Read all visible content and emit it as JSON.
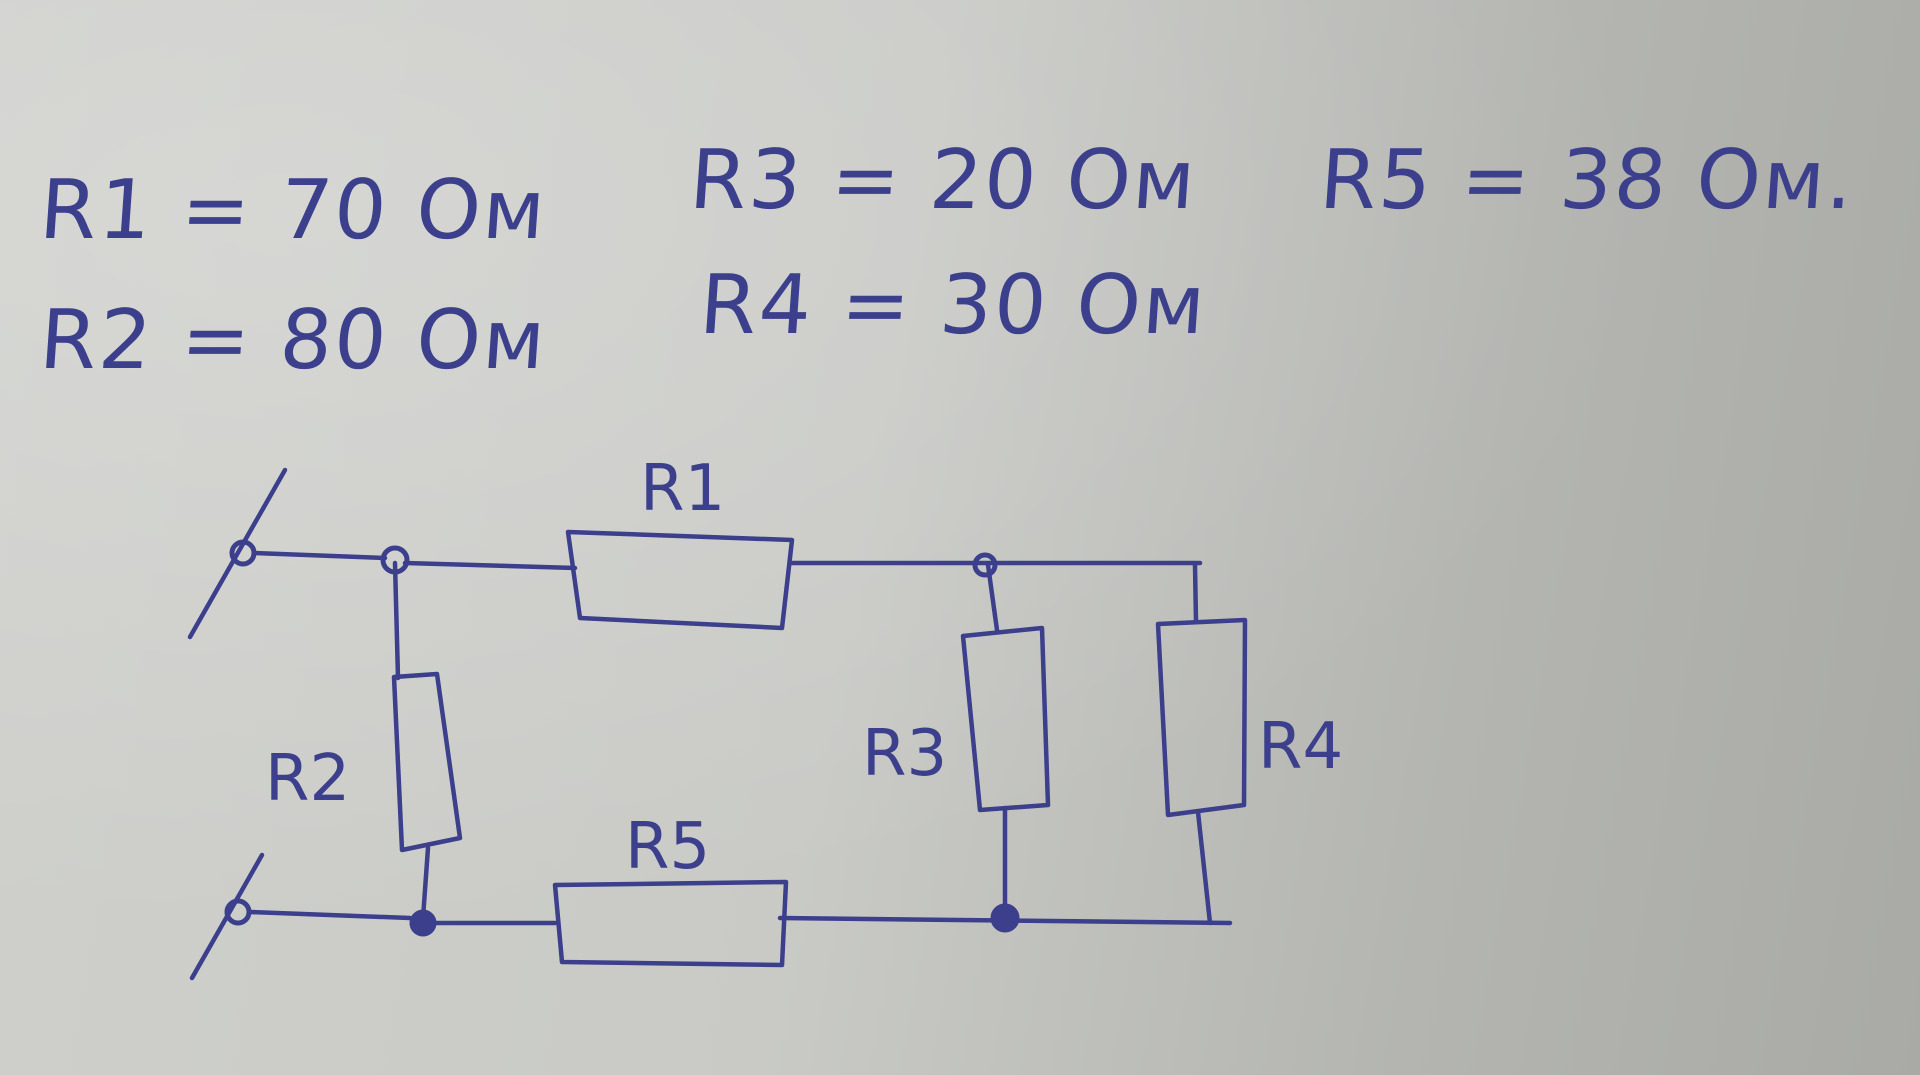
{
  "values": [
    {
      "id": "r1",
      "text": "R1 = 70 Ом"
    },
    {
      "id": "r2",
      "text": "R2 = 80 Ом"
    },
    {
      "id": "r3",
      "text": "R3 = 20 Ом"
    },
    {
      "id": "r4",
      "text": "R4 = 30 Ом"
    },
    {
      "id": "r5",
      "text": "R5 = 38 Ом."
    }
  ],
  "diagram": {
    "ink_color": "#3b3f8c",
    "labels": {
      "r1": "R1",
      "r2": "R2",
      "r3": "R3",
      "r4": "R4",
      "r5": "R5"
    }
  }
}
